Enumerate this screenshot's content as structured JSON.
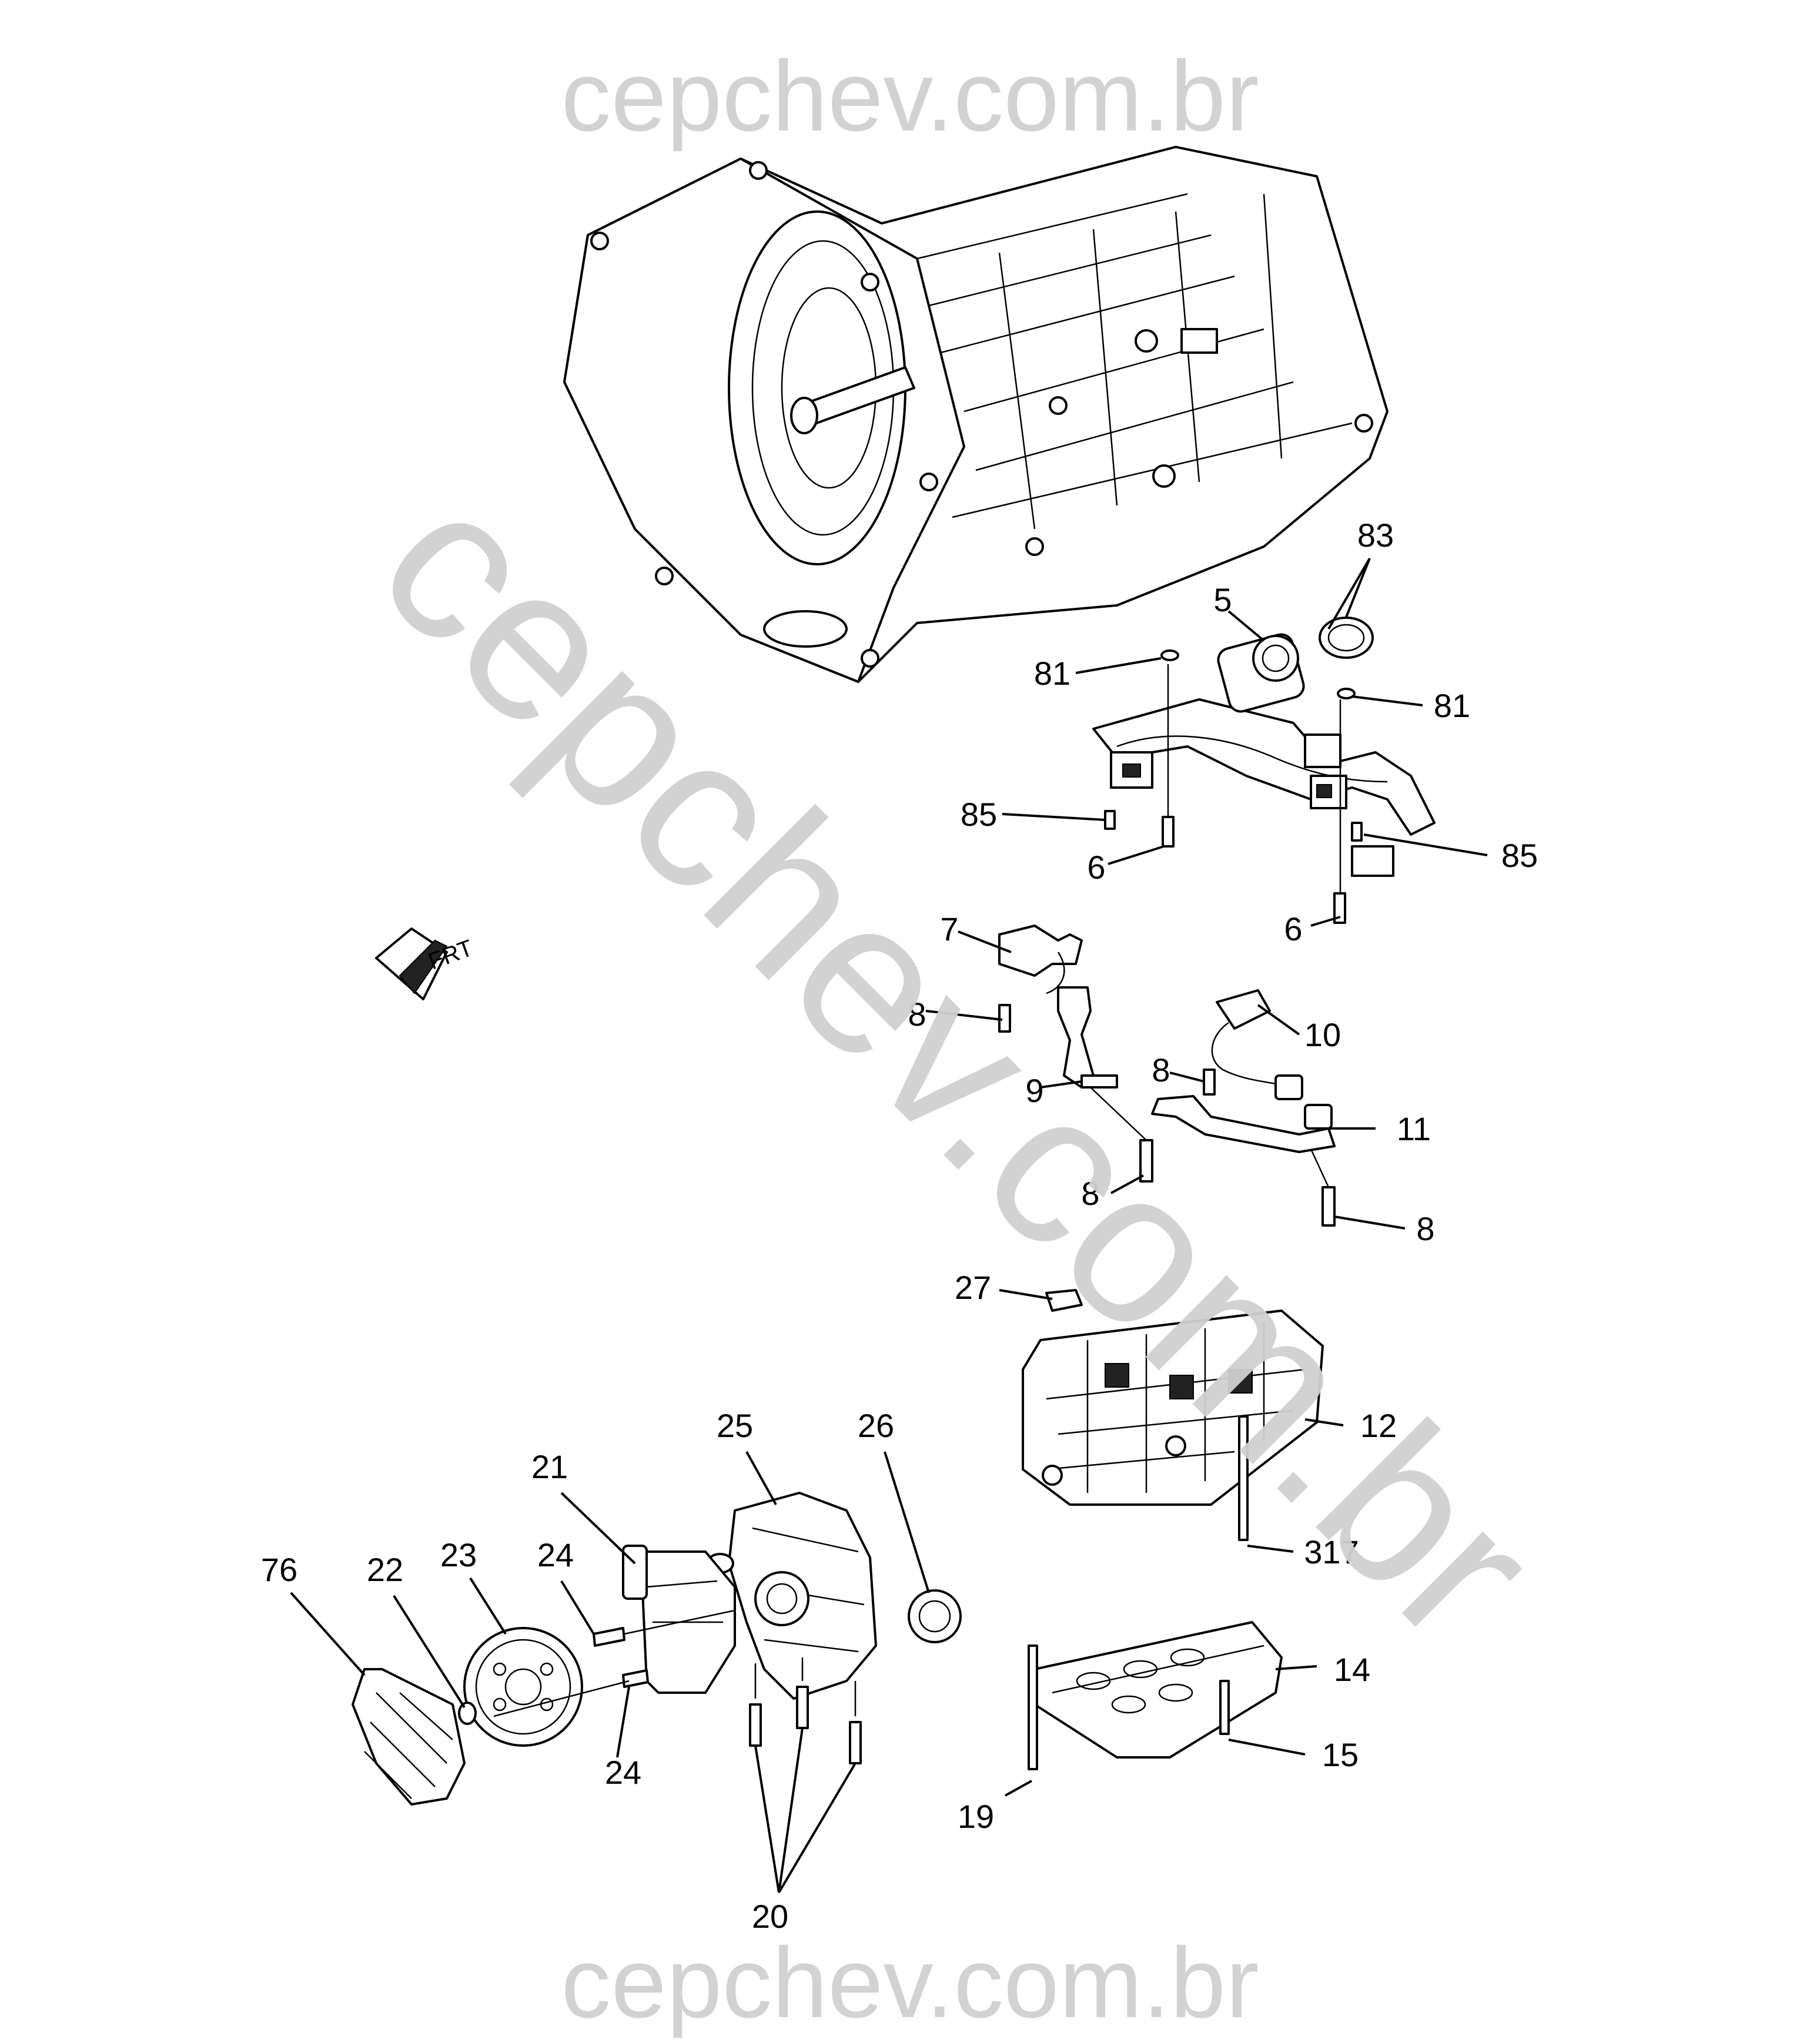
{
  "watermark": {
    "top": "cepchev.com.br",
    "diagonal": "cepchev.com.br",
    "bottom": "cepchev.com.br",
    "color": "#d0d0d0"
  },
  "direction_marker": {
    "text": "FRT",
    "icon": "front-direction-arrow-icon"
  },
  "callouts": [
    "83",
    "5",
    "81",
    "81",
    "85",
    "85",
    "6",
    "6",
    "7",
    "8",
    "10",
    "8",
    "9",
    "11",
    "8",
    "8",
    "27",
    "12",
    "317",
    "25",
    "26",
    "21",
    "23",
    "24",
    "76",
    "22",
    "24",
    "14",
    "15",
    "19",
    "20"
  ]
}
